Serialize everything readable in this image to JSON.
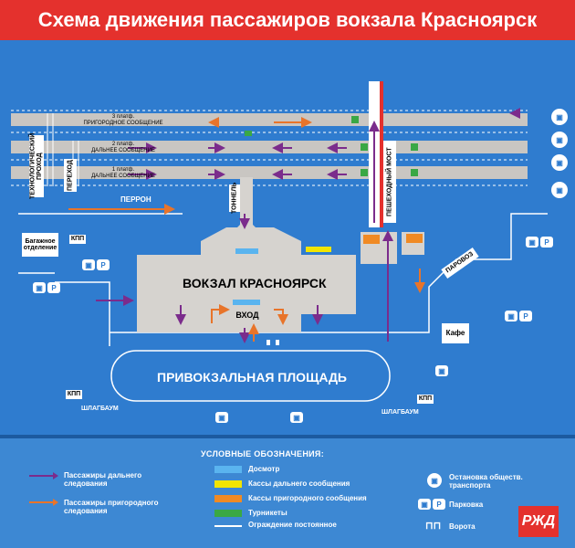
{
  "header": {
    "title": "Схема движения пассажиров вокзала Красноярск"
  },
  "map": {
    "platforms": [
      {
        "label": "3 платф.",
        "sub": "ПРИГОРОДНОЕ СООБЩЕНИЕ"
      },
      {
        "label": "2 платф.",
        "sub": "ДАЛЬНЕЕ СООБЩЕНИЕ"
      },
      {
        "label": "1 платф.",
        "sub": "ДАЛЬНЕЕ СООБЩЕНИЕ"
      }
    ],
    "tech_passage": "ТЕХНОЛОГИЧЕСКИЙ ПРОХОД",
    "crossing": "ПЕРЕХОД",
    "tunnel": "ТОННЕЛЬ",
    "pedestrian_bridge": "ПЕШЕХОДНЫЙ МОСТ",
    "perron": "ПЕРРОН",
    "baggage": "Багажное отделение",
    "kpp": "КПП",
    "station": "ВОКЗАЛ КРАСНОЯРСК",
    "entrance": "ВХОД",
    "parovoz": "ПАРОВОЗ",
    "cafe": "Кафе",
    "square": "ПРИВОКЗАЛЬНАЯ ПЛОЩАДЬ",
    "barrier": "ШЛАГБАУМ",
    "parking_letter": "P"
  },
  "legend": {
    "title": "УСЛОВНЫЕ ОБОЗНАЧЕНИЯ:",
    "long_distance": "Пассажиры дальнего следования",
    "suburban": "Пассажиры пригородного следования",
    "inspection": "Досмотр",
    "long_tickets": "Кассы дальнего сообщения",
    "suburban_tickets": "Кассы пригородного сообщения",
    "turnstiles": "Турникеты",
    "fence": "Ограждение постоянное",
    "stop": "Остановка обществ. транспорта",
    "parking": "Парковка",
    "gates": "Ворота",
    "logo": "РЖД"
  },
  "colors": {
    "purple": "#7b2c8c",
    "orange": "#e8742a",
    "blue_swatch": "#5ab4ef",
    "yellow": "#f2e500",
    "orange_swatch": "#f08a24",
    "green": "#3aa845",
    "red": "#e4312d",
    "station": "#d6d3cf"
  }
}
